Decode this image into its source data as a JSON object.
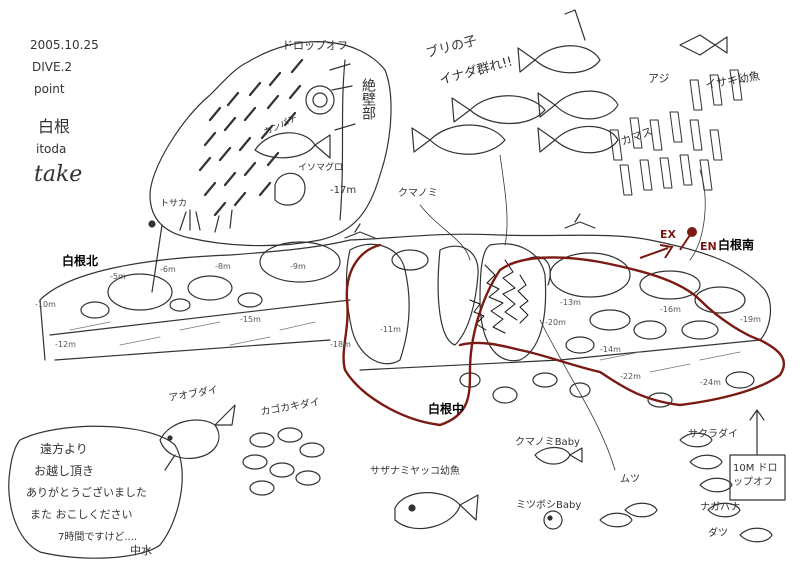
{
  "header": {
    "date": "2005.10.25",
    "dive": "DIVE.2",
    "point": "point",
    "site": "白根",
    "guide_label": "itoda",
    "guide_name": "take"
  },
  "inset": {
    "title": "ドロップオフ",
    "wall": "絶壁部",
    "depth": "-17m",
    "fish_a": "カンパチ",
    "fish_b": "イソマグロ",
    "coral": "トサカ"
  },
  "map": {
    "north": "白根北",
    "south": "白根南",
    "middle": "白根中",
    "rock_top": "クマノミ",
    "entry_a": "EX",
    "entry_b": "EN"
  },
  "fish_labels": {
    "yellowtail": "ブリの子",
    "yellowtail_note": "イナダ群れ!!",
    "horse_mackerel": "アジ",
    "sardines": "イサキ幼魚",
    "barracuda": "カマス",
    "blue_damsel": "アオブダイ",
    "butterfly": "カゴカキダイ",
    "goby": "サザナミヤッコ幼魚",
    "clownfish": "クマノミBaby",
    "damsel_baby": "ミツボシBaby",
    "shrimp": "ムツ",
    "sakuradai": "サクラダイ",
    "sea_bream": "ナガハナ",
    "needlefish": "ダツ",
    "dropoff_note": "10M ドロップオフ"
  },
  "depth_marks": [
    "-5m",
    "-8m",
    "-10m",
    "-12m",
    "-15m",
    "-18m",
    "-20m",
    "-22m",
    "-24m",
    "-6m",
    "-9m",
    "-11m",
    "-13m",
    "-14m",
    "-16m",
    "-19m"
  ],
  "message": {
    "line1": "遠方より",
    "line2": "お越し頂き",
    "line3": "ありがとうございました",
    "line4": "また おこしください",
    "line5": "7時間ですけど....",
    "signature": "中水"
  }
}
